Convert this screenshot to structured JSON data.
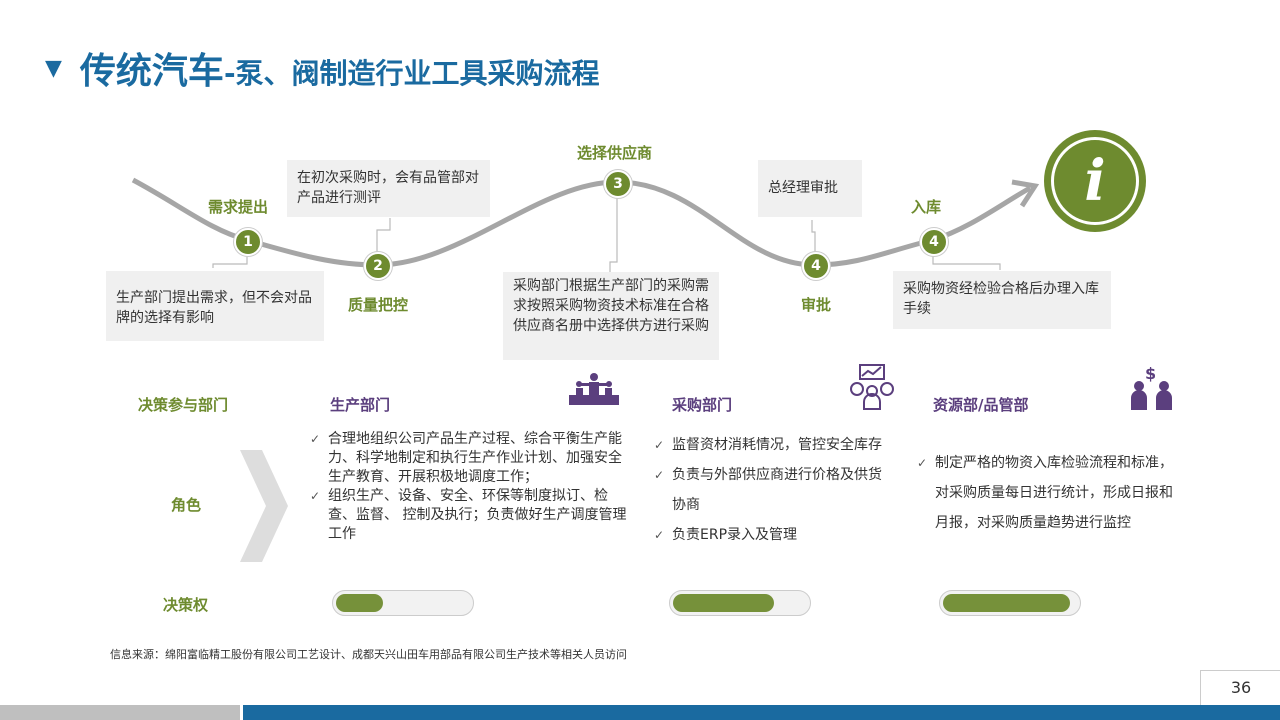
{
  "title": {
    "main": "传统汽车",
    "sub": "-泵、阀制造行业工具采购流程"
  },
  "steps": [
    {
      "num": "1",
      "label": "需求提出",
      "desc": "生产部门提出需求，但不会对品牌的选择有影响"
    },
    {
      "num": "2",
      "label": "质量把控",
      "desc": "在初次采购时，会有品管部对产品进行测评"
    },
    {
      "num": "3",
      "label": "选择供应商",
      "desc": "采购部门根据生产部门的采购需求按照采购物资技术标准在合格供应商名册中选择供方进行采购"
    },
    {
      "num": "4",
      "label": "审批",
      "desc": "总经理审批"
    },
    {
      "num": "4",
      "label": "入库",
      "desc": "采购物资经检验合格后办理入库手续"
    }
  ],
  "row_labels": {
    "dept": "决策参与部门",
    "role": "角色",
    "power": "决策权"
  },
  "departments": [
    {
      "name": "生产部门",
      "icon": "meeting-icon",
      "roles": [
        "合理地组织公司产品生产过程、综合平衡生产能力、科学地制定和执行生产作业计划、加强安全生产教育、开展积极地调度工作；",
        "组织生产、设备、安全、环保等制度拟订、检查、监督、 控制及执行；负责做好生产调度管理工作"
      ],
      "power": 0.35
    },
    {
      "name": "采购部门",
      "icon": "finance-analyst-icon",
      "roles": [
        "监督资材消耗情况，管控安全库存",
        "负责与外部供应商进行价格及供货协商",
        "负责ERP录入及管理"
      ],
      "power": 0.75
    },
    {
      "name": "资源部/品管部",
      "icon": "business-people-dollar-icon",
      "roles": [
        "制定严格的物资入库检验流程和标准，对采购质量每日进行统计，形成日报和月报，对采购质量趋势进行监控"
      ],
      "power": 0.95
    }
  ],
  "source": "信息来源：绵阳富临精工股份有限公司工艺设计、成都天兴山田车用部品有限公司生产技术等相关人员访问",
  "page_number": "36",
  "colors": {
    "blue": "#1a6aa0",
    "green": "#6e8b2f",
    "purple": "#5b3f7e"
  }
}
